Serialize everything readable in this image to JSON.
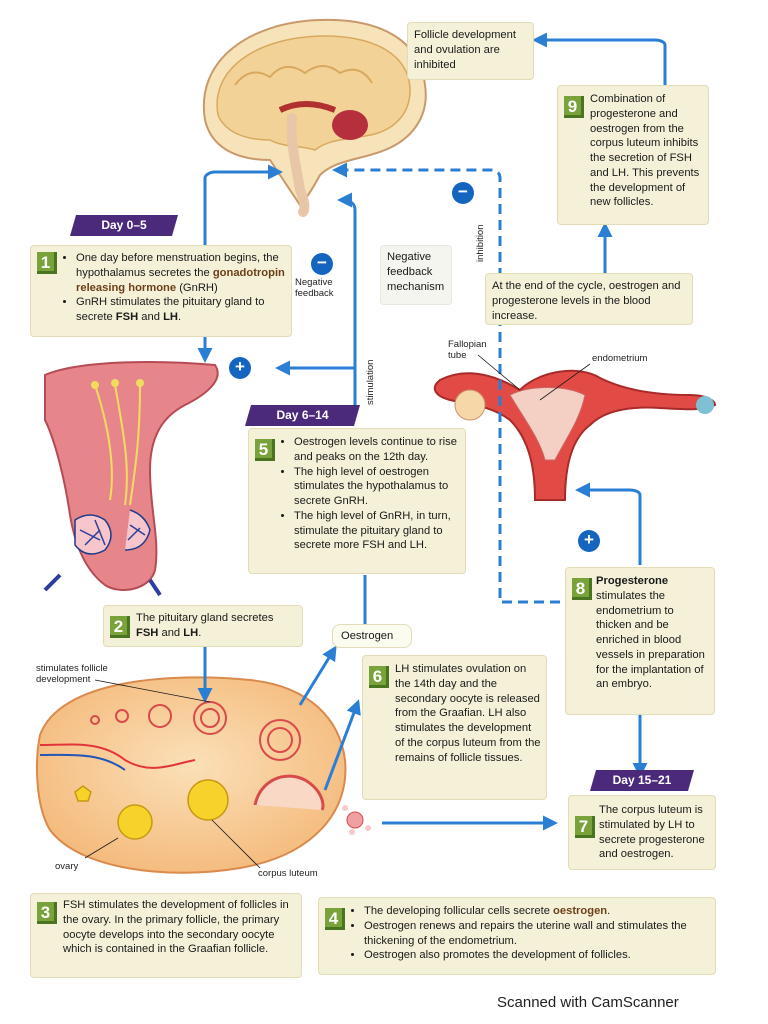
{
  "days": {
    "d1": "Day 0–5",
    "d2": "Day 6–14",
    "d3": "Day 15–21"
  },
  "steps": {
    "s1": {
      "num": "1",
      "b1_pre": "One day before menstruation begins, the hypothalamus secretes the ",
      "b1_bold": "gonadotropin releasing hormone",
      "b1_post": " (GnRH)",
      "b2_pre": "GnRH stimulates the pituitary gland to secrete ",
      "b2_bold1": "FSH",
      "b2_mid": " and ",
      "b2_bold2": "LH",
      "b2_post": "."
    },
    "s2": {
      "num": "2",
      "line1": "The pituitary gland secretes",
      "bold1": "FSH",
      "mid": " and ",
      "bold2": "LH",
      "post": "."
    },
    "s3": {
      "num": "3",
      "text": "FSH stimulates the development of follicles in the ovary. In the primary follicle, the primary oocyte develops into the secondary oocyte which is contained in the Graafian follicle."
    },
    "s4": {
      "num": "4",
      "b1_pre": "The developing follicular cells secrete ",
      "b1_bold": "oestrogen",
      "b1_post": ".",
      "b2": "Oestrogen renews and repairs the uterine wall and stimulates the thickening of the endometrium.",
      "b3": "Oestrogen also promotes the development of follicles."
    },
    "s5": {
      "num": "5",
      "b1": "Oestrogen levels continue to rise and peaks on the 12th day.",
      "b2": "The high level of oestrogen stimulates the hypothalamus to secrete GnRH.",
      "b3": "The high level of GnRH, in turn, stimulate the pituitary gland to secrete more FSH and LH."
    },
    "s6": {
      "num": "6",
      "text": "LH stimulates ovulation on the 14th day and the secondary oocyte is released from the Graafian. LH also stimulates the development of the corpus luteum from the remains of follicle tissues."
    },
    "s7": {
      "num": "7",
      "text": "The corpus luteum is stimulated by LH to secrete progesterone and oestrogen."
    },
    "s8": {
      "num": "8",
      "bold": "Progesterone",
      "text": "stimulates the endometrium to thicken and be enriched in blood vessels in preparation for the implantation of an embryo."
    },
    "s9": {
      "num": "9",
      "text": "Combination of progesterone and oestrogen from the corpus luteum inhibits the secretion of FSH and LH. This prevents the development of new follicles."
    }
  },
  "notes": {
    "inhibited": "Follicle development and ovulation are inhibited",
    "cycle_end": "At the end of the cycle, oestrogen and progesterone levels in the blood increase.",
    "neg_mechanism": "Negative feedback mechanism",
    "oestrogen": "Oestrogen"
  },
  "labels": {
    "neg_feedback": "Negative feedback",
    "stimulation": "stimulation",
    "inhibition": "inhibition",
    "fallopian": "Fallopian tube",
    "endometrium": "endometrium",
    "stim_follicle": "stimulates follicle development",
    "ovary": "ovary",
    "corpus_luteum": "corpus luteum",
    "minus": "−",
    "plus": "+"
  },
  "footer": "Scanned with CamScanner",
  "colors": {
    "arrow": "#2a7fd4",
    "day_tag": "#4b2a7b",
    "step_green": "#79a33a",
    "box": "#f4f1d8"
  }
}
